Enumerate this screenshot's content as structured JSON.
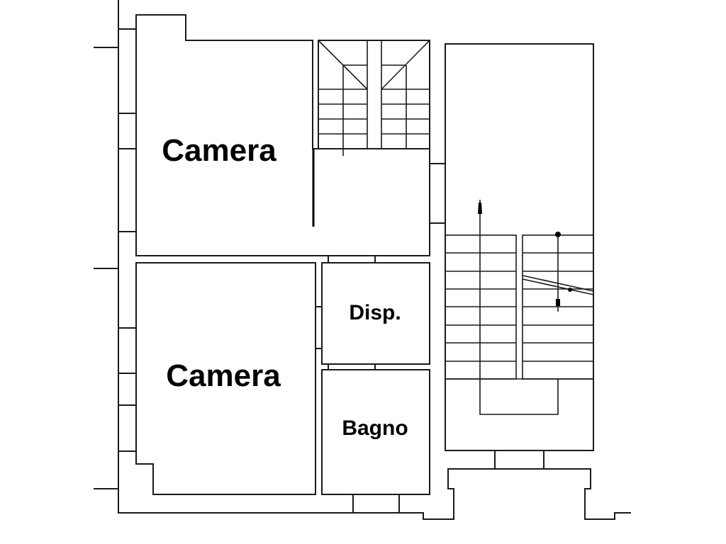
{
  "plan": {
    "rooms": {
      "camera_top": "Camera",
      "camera_bottom": "Camera",
      "disp": "Disp.",
      "bagno": "Bagno"
    },
    "colors": {
      "line": "#1a1a1a",
      "background": "#ffffff"
    }
  }
}
